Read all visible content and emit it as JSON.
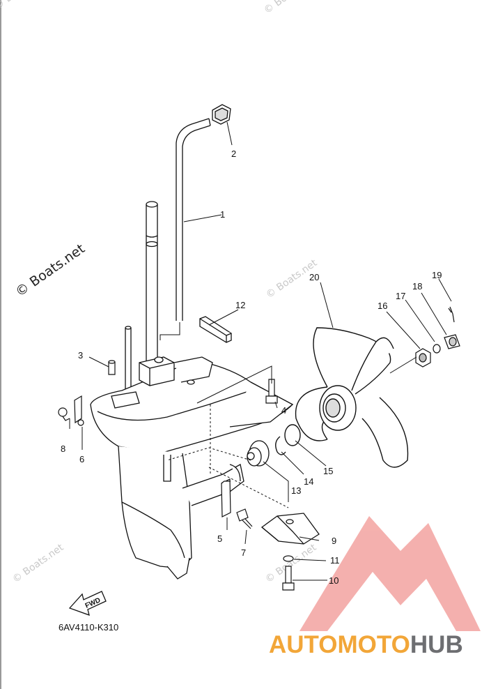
{
  "diagram": {
    "part_code": "6AV4110-K310",
    "fwd_label": "FWD",
    "watermark": "© Boats.net",
    "brand": {
      "part1": "AUTO",
      "part2": "MOTO",
      "part3": "HUB",
      "color_orange": "#f2a638",
      "color_red": "#e8413c",
      "color_gray": "#6d6e71"
    },
    "callouts": [
      "1",
      "2",
      "3",
      "4",
      "5",
      "6",
      "7",
      "8",
      "9",
      "10",
      "11",
      "12",
      "13",
      "14",
      "15",
      "16",
      "17",
      "18",
      "19",
      "20"
    ]
  }
}
